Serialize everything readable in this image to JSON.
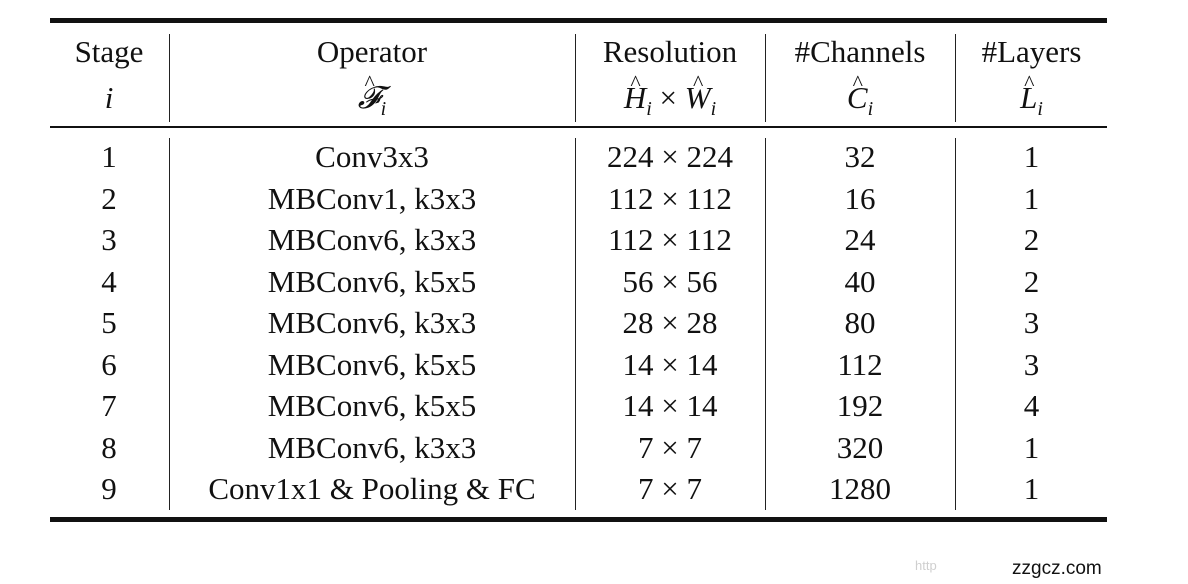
{
  "table": {
    "headers": {
      "stage": "Stage",
      "stage_sym": "i",
      "operator": "Operator",
      "operator_sym": "𝓕",
      "operator_sub": "i",
      "resolution": "Resolution",
      "res_h": "H",
      "res_w": "W",
      "res_sub": "i",
      "times": "×",
      "channels": "#Channels",
      "channels_sym": "C",
      "channels_sub": "i",
      "layers": "#Layers",
      "layers_sym": "L",
      "layers_sub": "i"
    },
    "rows": [
      {
        "stage": "1",
        "operator": "Conv3x3",
        "resolution": "224 × 224",
        "channels": "32",
        "layers": "1"
      },
      {
        "stage": "2",
        "operator": "MBConv1, k3x3",
        "resolution": "112 × 112",
        "channels": "16",
        "layers": "1"
      },
      {
        "stage": "3",
        "operator": "MBConv6, k3x3",
        "resolution": "112 × 112",
        "channels": "24",
        "layers": "2"
      },
      {
        "stage": "4",
        "operator": "MBConv6, k5x5",
        "resolution": "56 × 56",
        "channels": "40",
        "layers": "2"
      },
      {
        "stage": "5",
        "operator": "MBConv6, k3x3",
        "resolution": "28 × 28",
        "channels": "80",
        "layers": "3"
      },
      {
        "stage": "6",
        "operator": "MBConv6, k5x5",
        "resolution": "14 × 14",
        "channels": "112",
        "layers": "3"
      },
      {
        "stage": "7",
        "operator": "MBConv6, k5x5",
        "resolution": "14 × 14",
        "channels": "192",
        "layers": "4"
      },
      {
        "stage": "8",
        "operator": "MBConv6, k3x3",
        "resolution": "7 × 7",
        "channels": "320",
        "layers": "1"
      },
      {
        "stage": "9",
        "operator": "Conv1x1 & Pooling & FC",
        "resolution": "7 × 7",
        "channels": "1280",
        "layers": "1"
      }
    ]
  },
  "watermark": {
    "text": "zzgcz.com",
    "faint": "http"
  }
}
